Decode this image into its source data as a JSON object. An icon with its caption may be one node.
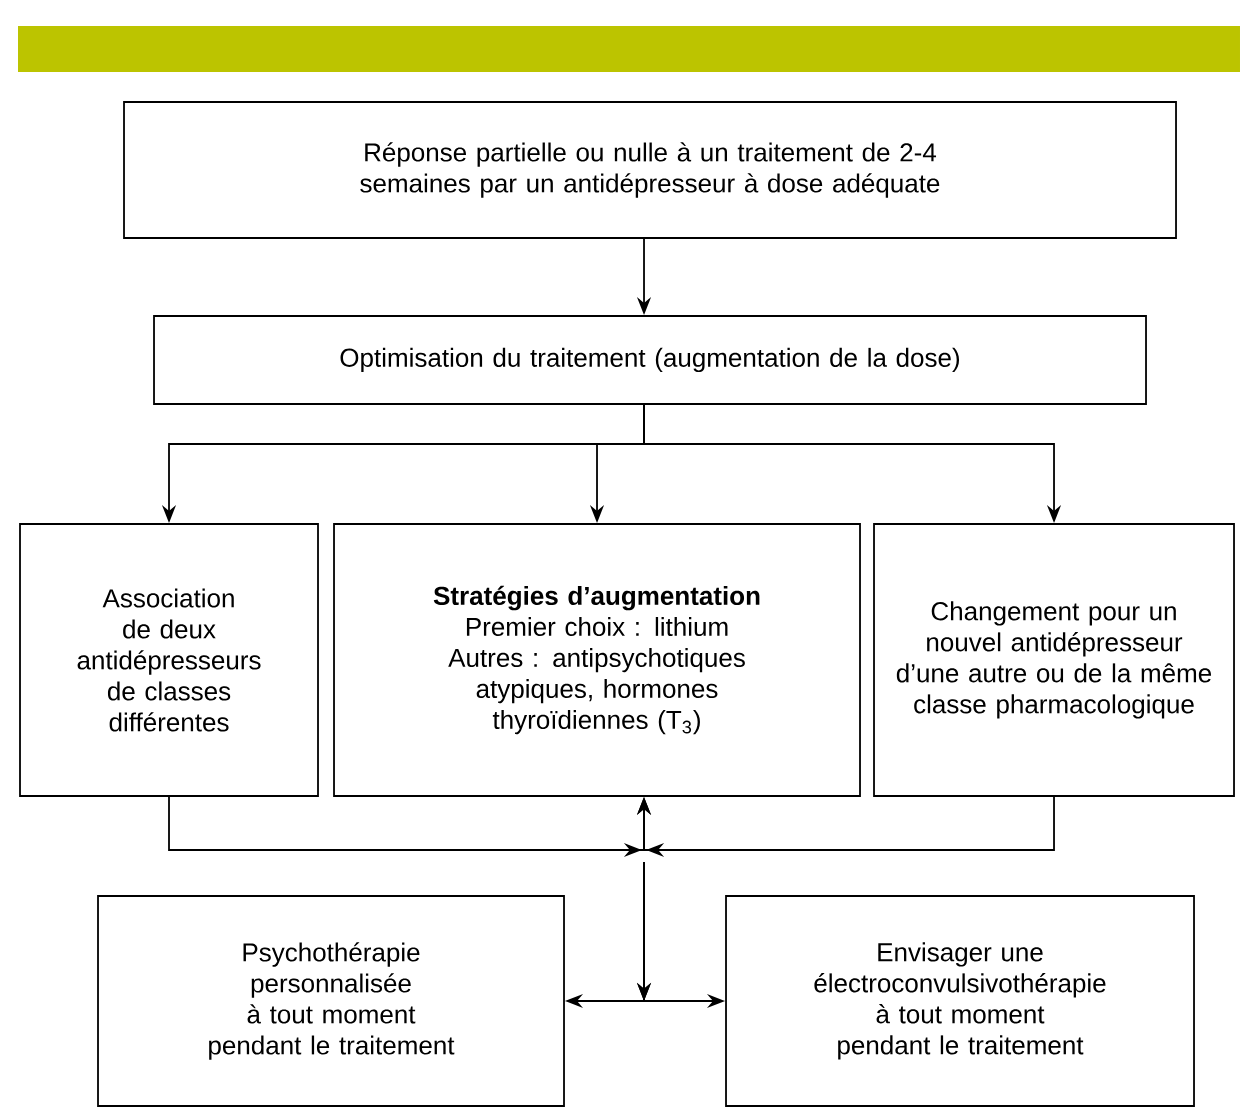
{
  "diagram": {
    "nodes": [
      {
        "text": [
          "Réponse partielle ou nulle à un traitement de 2-4 semaines par un antidépresseur à dose adéquate"
        ]
      },
      {
        "text": [
          "Optimisation du traitement (augmentation de la dose)"
        ]
      },
      {
        "text": [
          "Association de deux antidépresseurs de classes différentes"
        ]
      },
      {
        "text": [
          "Stratégies d’augmentation",
          "Premier choix : lithium",
          "Autres : antipsychotiques atypiques, hormones thyroïdiennes (T$_{3}$)"
        ]
      },
      {
        "text": [
          "Changement pour un nouvel antidépresseur d’une autre ou de la même classe pharmacologique"
        ]
      },
      {
        "text": [
          "Psychothérapie personnalisée à tout moment pendant le traitement"
        ]
      },
      {
        "text": [
          "Envisager une électroconvulsivothérapie à tout moment pendant le traitement"
        ]
      }
    ],
    "edges": [
      {
        "from": 0,
        "to": 1,
        "arrow": "to"
      },
      {
        "from": 1,
        "to": 2,
        "arrow": "to"
      },
      {
        "from": 1,
        "to": 3,
        "arrow": "to"
      },
      {
        "from": 1,
        "to": 4,
        "arrow": "to"
      },
      {
        "from": 2,
        "to": 3,
        "arrow": "to"
      },
      {
        "from": 4,
        "to": 3,
        "arrow": "to"
      },
      {
        "from": 3,
        "to": 5,
        "arrow": "to"
      },
      {
        "from": 3,
        "to": 6,
        "arrow": "to"
      }
    ]
  }
}
